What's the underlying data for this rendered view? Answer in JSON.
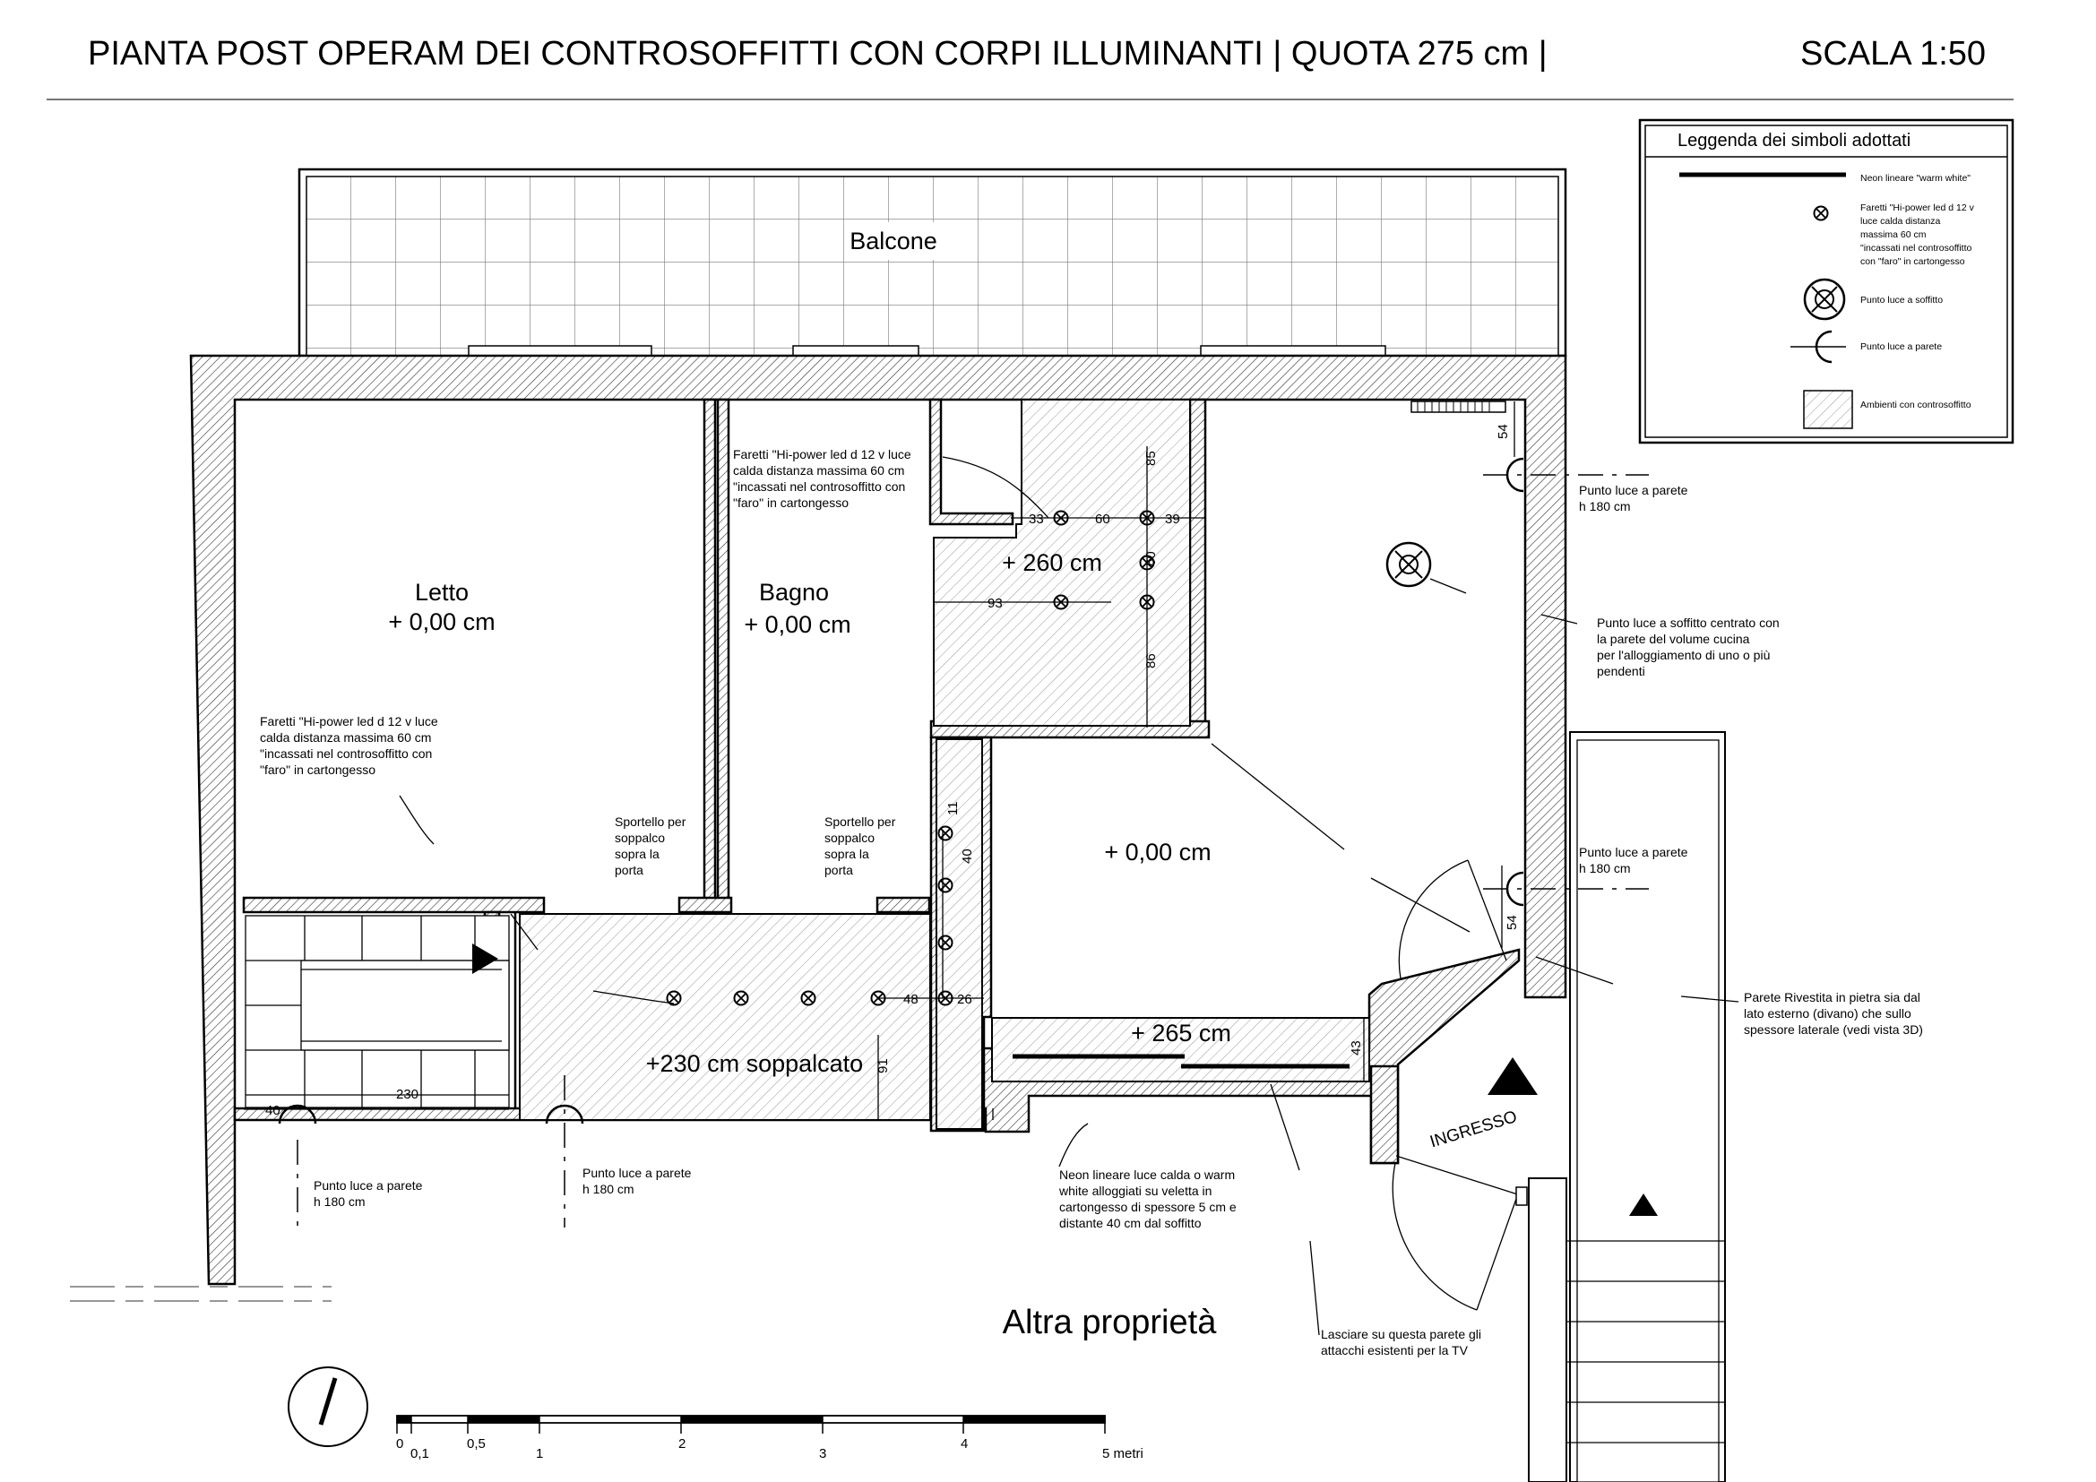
{
  "title": {
    "main": "PIANTA POST OPERAM DEI CONTROSOFFITTI  CON CORPI ILLUMINANTI | QUOTA 275 cm |",
    "scale": "SCALA 1:50"
  },
  "legend": {
    "title": "Leggenda dei simboli adottati",
    "items": [
      {
        "icon": "neon-line-icon",
        "label": [
          "Neon lineare \"warm white\""
        ]
      },
      {
        "icon": "spotlight-icon",
        "label": [
          "Faretti \"Hi-power led d 12 v",
          "luce calda distanza",
          "massima 60 cm",
          "\"incassati nel controsoffitto",
          "con \"faro\" in cartongesso"
        ]
      },
      {
        "icon": "ceiling-light-icon",
        "label": [
          "Punto luce a soffitto"
        ]
      },
      {
        "icon": "wall-light-icon",
        "label": [
          "Punto luce a parete"
        ]
      },
      {
        "icon": "hatch-swatch-icon",
        "label": [
          "Ambienti con controsoffitto"
        ]
      }
    ]
  },
  "rooms": {
    "balcony": "Balcone",
    "bedroom_name": "Letto",
    "bedroom_level": "+ 0,00 cm",
    "bathroom_name": "Bagno",
    "bathroom_level": "+ 0,00 cm",
    "ceiling_260": "+ 260 cm",
    "living_level": "+ 0,00 cm",
    "ceiling_265": "+ 265 cm",
    "loft": "+230 cm soppalcato",
    "entrance": "INGRESSO",
    "other_property": "Altra proprietà"
  },
  "notes": {
    "spots_bath": [
      "Faretti \"Hi-power led d 12 v luce",
      "calda distanza massima 60 cm",
      "\"incassati nel controsoffitto con",
      "\"faro\" in cartongesso"
    ],
    "spots_bed": [
      "Faretti \"Hi-power led d 12 v luce",
      "calda distanza massima 60 cm",
      "\"incassati nel controsoffitto con",
      "\"faro\" in cartongesso"
    ],
    "hatch_left": [
      "Sportello per",
      "soppalco",
      "sopra la",
      "porta"
    ],
    "hatch_right": [
      "Sportello per",
      "soppalco",
      "sopra la",
      "porta"
    ],
    "wall_light_top": [
      "Punto luce a parete",
      "h 180 cm"
    ],
    "ceiling_light": [
      "Punto luce a soffitto centrato con",
      "la parete del volume cucina",
      "per l'alloggiamento di uno o più",
      "pendenti"
    ],
    "wall_light_mid": [
      "Punto luce a parete",
      "h 180 cm"
    ],
    "stone_wall": [
      "Parete Rivestita in pietra sia dal",
      "lato esterno (divano) che sullo",
      "spessore laterale (vedi vista 3D)"
    ],
    "wall_light_bl": [
      "Punto luce a parete",
      "h 180 cm"
    ],
    "wall_light_bc": [
      "Punto luce a parete",
      "h 180 cm"
    ],
    "neon": [
      "Neon lineare luce calda o warm",
      "white alloggiati su veletta in",
      "cartongesso di spessore 5 cm e",
      "distante 40 cm dal soffitto"
    ],
    "tv": [
      "Lasciare su questa parete gli",
      "attacchi esistenti per la TV"
    ]
  },
  "dimensions": {
    "d33": "33",
    "d60a": "60",
    "d39": "39",
    "d85": "85",
    "d60b": "60",
    "d93": "93",
    "d86": "86",
    "d54a": "54",
    "d54b": "54",
    "d11": "11",
    "d40a": "40",
    "d48": "48",
    "d26": "26",
    "d91": "91",
    "d43": "43",
    "d40b": "40",
    "d230": "230"
  },
  "scale_bar": {
    "ticks": [
      "0",
      "0,1",
      "0,5",
      "1",
      "2",
      "3",
      "4",
      "5 metri"
    ]
  }
}
